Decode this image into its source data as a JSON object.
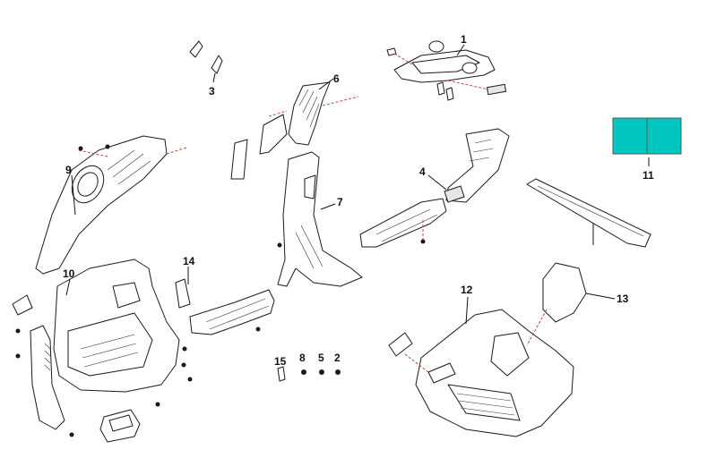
{
  "callouts": [
    {
      "id": "1",
      "label": "1"
    },
    {
      "id": "2",
      "label": "2"
    },
    {
      "id": "3",
      "label": "3"
    },
    {
      "id": "4",
      "label": "4"
    },
    {
      "id": "5",
      "label": "5"
    },
    {
      "id": "6",
      "label": "6"
    },
    {
      "id": "7",
      "label": "7"
    },
    {
      "id": "8",
      "label": "8"
    },
    {
      "id": "9",
      "label": "9"
    },
    {
      "id": "10",
      "label": "10"
    },
    {
      "id": "11",
      "label": "11"
    },
    {
      "id": "12",
      "label": "12"
    },
    {
      "id": "13",
      "label": "13"
    },
    {
      "id": "14",
      "label": "14"
    },
    {
      "id": "15",
      "label": "15"
    }
  ],
  "colors": {
    "part11_fill": "#00c6c0",
    "leader_dashed": "#c0392b"
  }
}
